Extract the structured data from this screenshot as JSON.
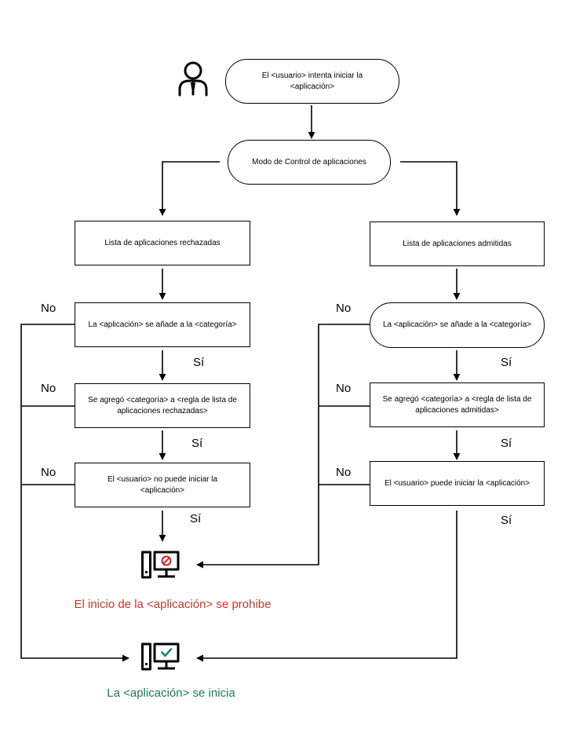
{
  "nodes": {
    "start": "El <usuario> intenta iniciar la <aplicación>",
    "mode": "Modo de Control de aplicaciones",
    "denylist": "Lista de aplicaciones rechazadas",
    "allowlist": "Lista de aplicaciones admitidas",
    "deny_check_category": "La <aplicación> se añade a la <categoría>",
    "allow_check_category": "La <aplicación> se añade a la <categoría>",
    "deny_check_rule": "Se agregó <categoría> a <regla de lista de aplicaciones rechazadas>",
    "allow_check_rule": "Se agregó <categoría> a <regla de lista de aplicaciones admitidas>",
    "deny_result": "El <usuario> no puede iniciar la <aplicación>",
    "allow_result": "El <usuario> puede iniciar la <aplicación>"
  },
  "edge_labels": {
    "no": "No",
    "yes": "Sí"
  },
  "outcomes": {
    "blocked": "El inicio de la <aplicación> se prohibe",
    "started": "La <aplicación> se inicia"
  },
  "colors": {
    "blocked_text": "#c0392b",
    "started_text": "#1a7a5a",
    "blocked_badge": "#d0202a",
    "started_badge": "#1a8a6a",
    "lines": "#000000"
  },
  "icons": {
    "user": "user-icon",
    "blocked": "computer-blocked-icon",
    "started": "computer-allowed-icon"
  }
}
